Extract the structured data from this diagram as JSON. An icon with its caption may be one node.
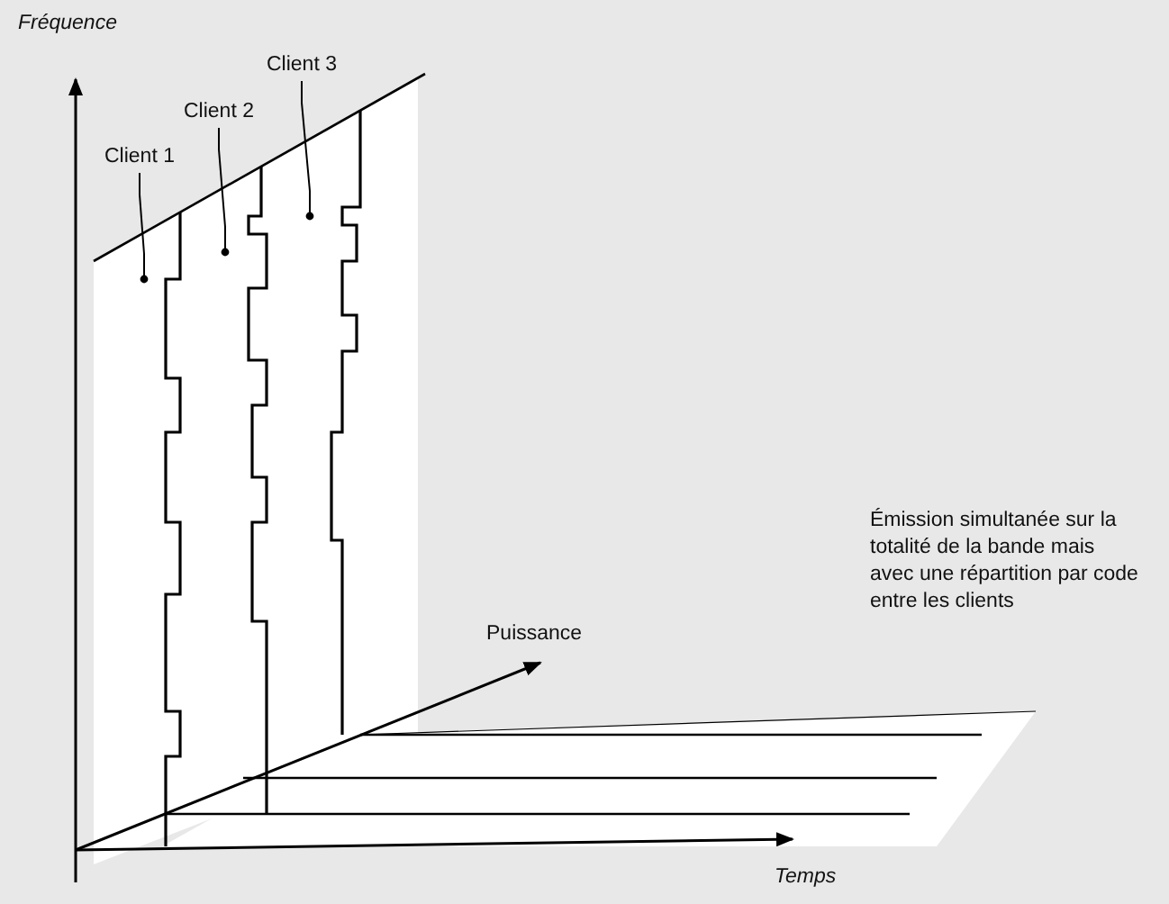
{
  "diagram": {
    "nodes": [
      {
        "text": [
          "Client 1"
        ]
      },
      {
        "text": [
          "Client 2"
        ]
      },
      {
        "text": [
          "Client 3"
        ]
      }
    ],
    "edges": [
      {
        "from": 0,
        "to": null,
        "arrow": "other"
      },
      {
        "from": 1,
        "to": null,
        "arrow": "other"
      },
      {
        "from": 2,
        "to": null,
        "arrow": "other"
      }
    ],
    "labels": [
      "Fréquence",
      "Puissance",
      "Émission simultanée sur la totalité de la bande mais avec une répartition par code entre les clients",
      "Temps"
    ]
  }
}
